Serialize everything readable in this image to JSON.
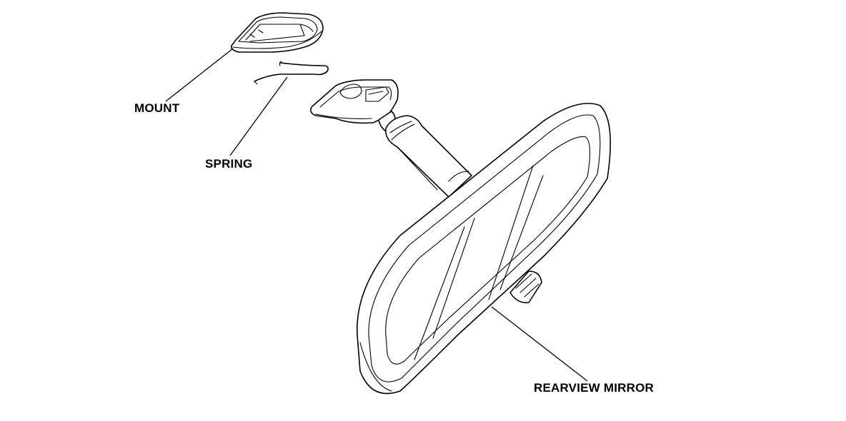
{
  "labels": {
    "mount": "MOUNT",
    "spring": "SPRING",
    "rearview_mirror": "REARVIEW MIRROR"
  },
  "colors": {
    "line": "#000000",
    "background": "#ffffff"
  }
}
